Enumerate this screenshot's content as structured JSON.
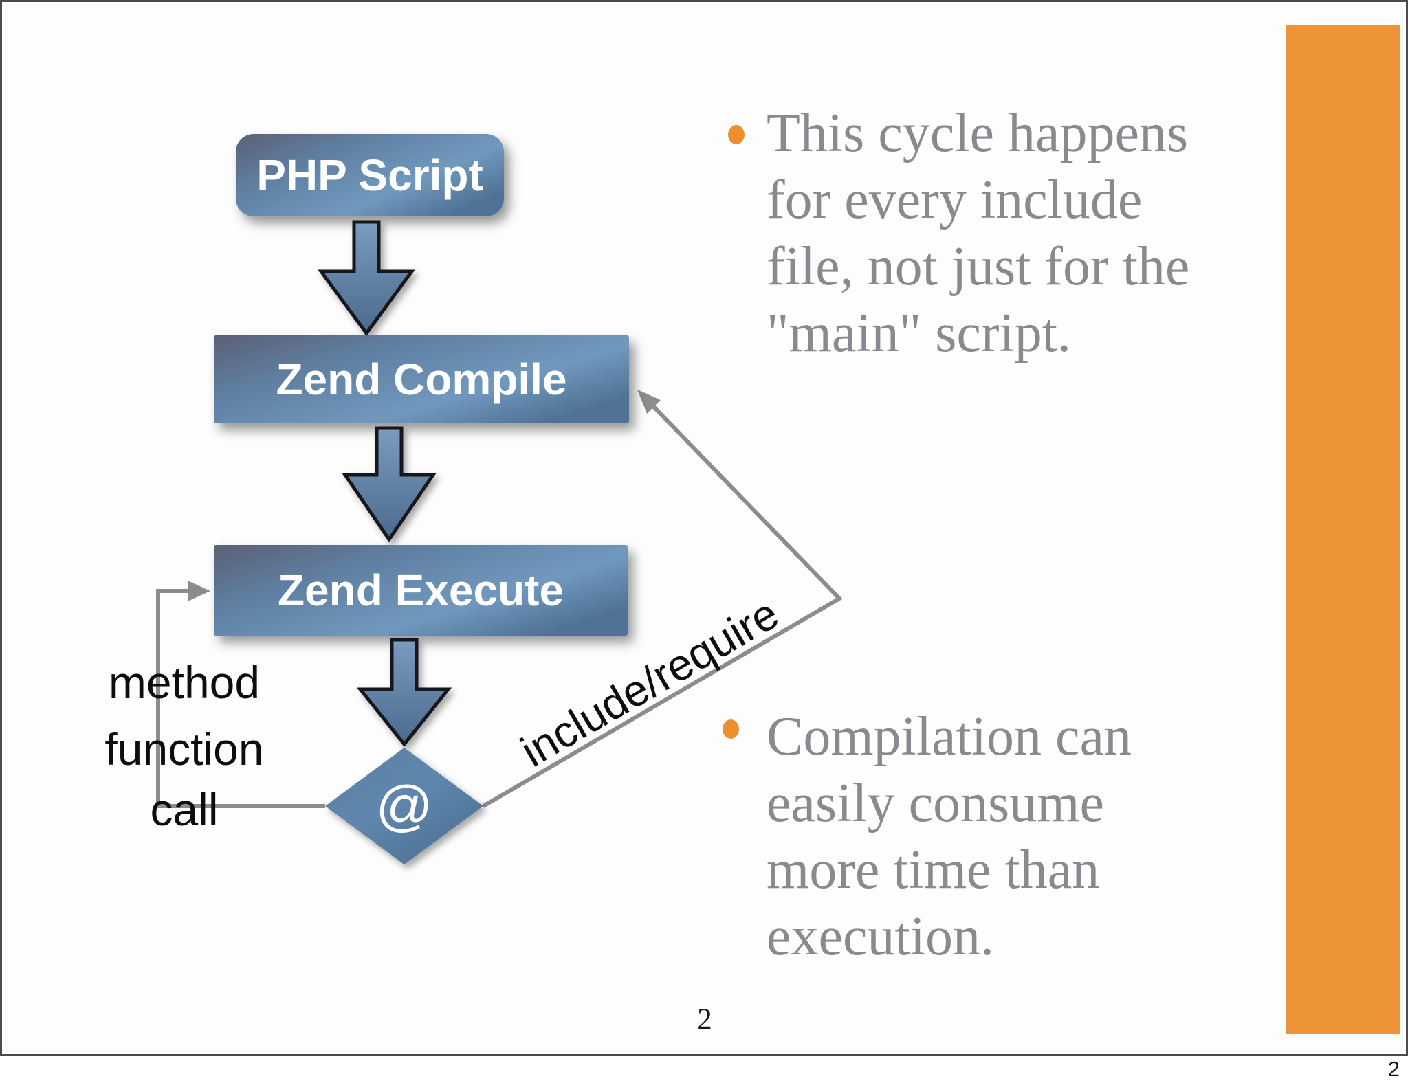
{
  "colors": {
    "accent_orange": "#EE9438",
    "bullet_dot_orange": "#ED8F2D",
    "bullet_text_gray": "#898A8E",
    "connector_gray": "#8C8C8C",
    "node_blue_mid": "#5E81A5",
    "node_blue_light": "#7199BD",
    "node_slate_dark": "#5B6075"
  },
  "flowchart": {
    "nodes": [
      {
        "id": "php-script",
        "label": "PHP Script"
      },
      {
        "id": "zend-compile",
        "label": "Zend Compile"
      },
      {
        "id": "zend-execute",
        "label": "Zend Execute"
      }
    ],
    "decision_label": "@",
    "loop_label_lines": [
      "method",
      "function",
      "call"
    ],
    "include_label": "include/require"
  },
  "bullets": [
    {
      "lines": [
        "This cycle happens",
        "for every include",
        "file, not just for the",
        "\"main\" script."
      ]
    },
    {
      "lines": [
        "Compilation can",
        "easily consume",
        "more time than",
        "execution."
      ]
    }
  ],
  "footer": {
    "slide_page_number": "2",
    "outer_page_number": "2"
  }
}
